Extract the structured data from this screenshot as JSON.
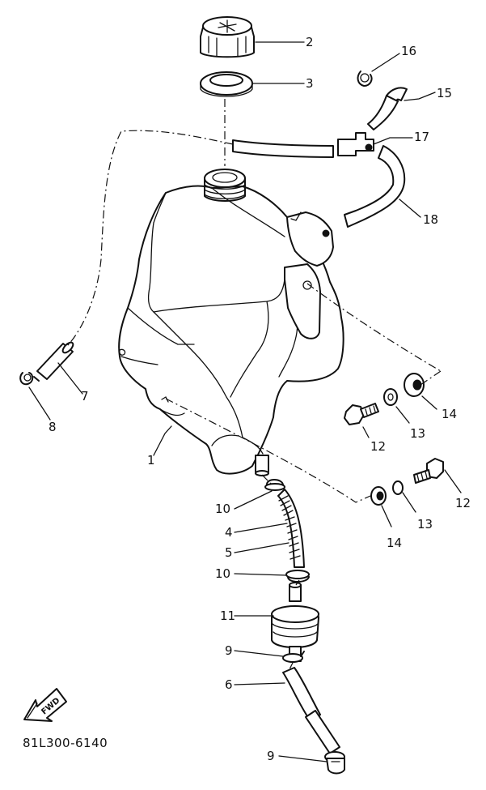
{
  "callouts": {
    "c1": "1",
    "c2": "2",
    "c3": "3",
    "c4": "4",
    "c5": "5",
    "c6": "6",
    "c7": "7",
    "c8": "8",
    "c9a": "9",
    "c9b": "9",
    "c10a": "10",
    "c10b": "10",
    "c11": "11",
    "c12a": "12",
    "c12b": "12",
    "c13a": "13",
    "c13b": "13",
    "c14a": "14",
    "c14b": "14",
    "c15": "15",
    "c16": "16",
    "c17": "17",
    "c18": "18"
  },
  "fwd_label": "FWD",
  "drawing_code": "81L300-6140"
}
